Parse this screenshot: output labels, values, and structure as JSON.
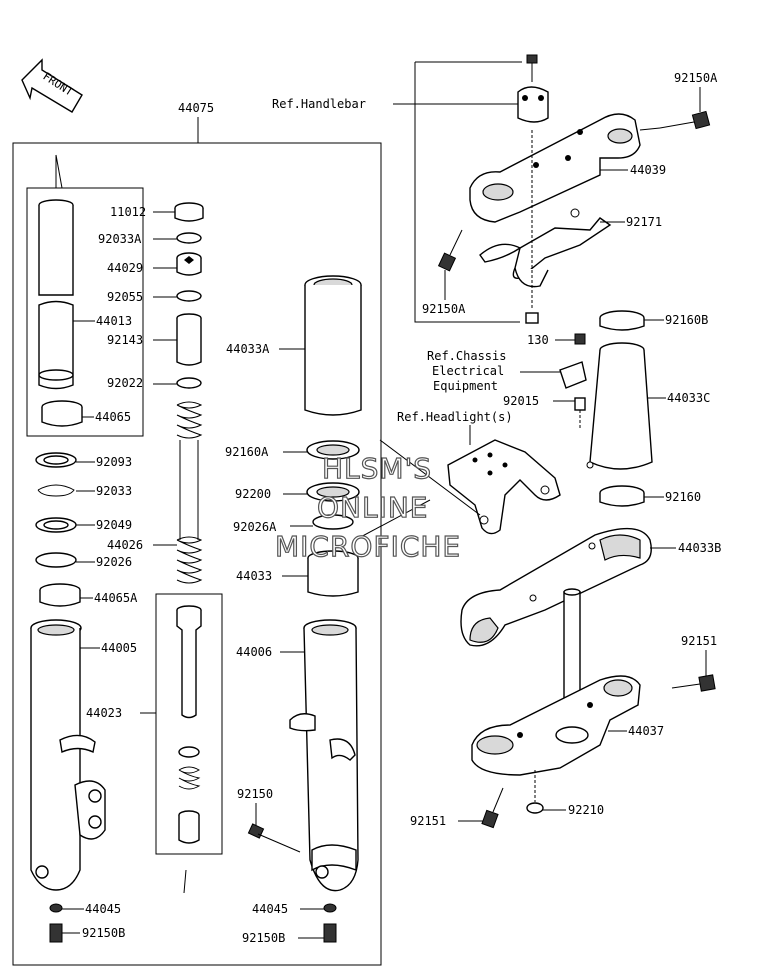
{
  "front_arrow": {
    "label": "FRONT"
  },
  "labels": {
    "p44075": "44075",
    "p11012": "11012",
    "p92033A": "92033A",
    "p44029": "44029",
    "p92055": "92055",
    "p44013": "44013",
    "p92143": "92143",
    "p92022": "92022",
    "p44065": "44065",
    "p44033A": "44033A",
    "p92093": "92093",
    "p92033": "92033",
    "p92049": "92049",
    "p44026": "44026",
    "p92026": "92026",
    "p44065A": "44065A",
    "p44005": "44005",
    "p44023": "44023",
    "p92160A": "92160A",
    "p92200": "92200",
    "p92026A": "92026A",
    "p44033": "44033",
    "p44006": "44006",
    "p92150": "92150",
    "p44045_left": "44045",
    "p92150B_left": "92150B",
    "p44045_right": "44045",
    "p92150B_right": "92150B",
    "ref_handlebar": "Ref.Handlebar",
    "p92150A_top": "92150A",
    "p44039": "44039",
    "p92171": "92171",
    "p92150A_left": "92150A",
    "p92160B": "92160B",
    "p130": "130",
    "ref_chassis_1": "Ref.Chassis",
    "ref_chassis_2": "Electrical",
    "ref_chassis_3": "Equipment",
    "p92015": "92015",
    "p44033C": "44033C",
    "ref_headlight": "Ref.Headlight(s)",
    "p92160": "92160",
    "p44033B": "44033B",
    "p92151_top": "92151",
    "p44037": "44037",
    "p92151_bottom": "92151",
    "p92210": "92210"
  },
  "watermark": {
    "line1": "HLSM'S",
    "line2": "ONLINE",
    "line3": "MICROFICHE"
  },
  "colors": {
    "ink": "#000000",
    "background": "#ffffff",
    "shade": "#d9d9d9"
  }
}
